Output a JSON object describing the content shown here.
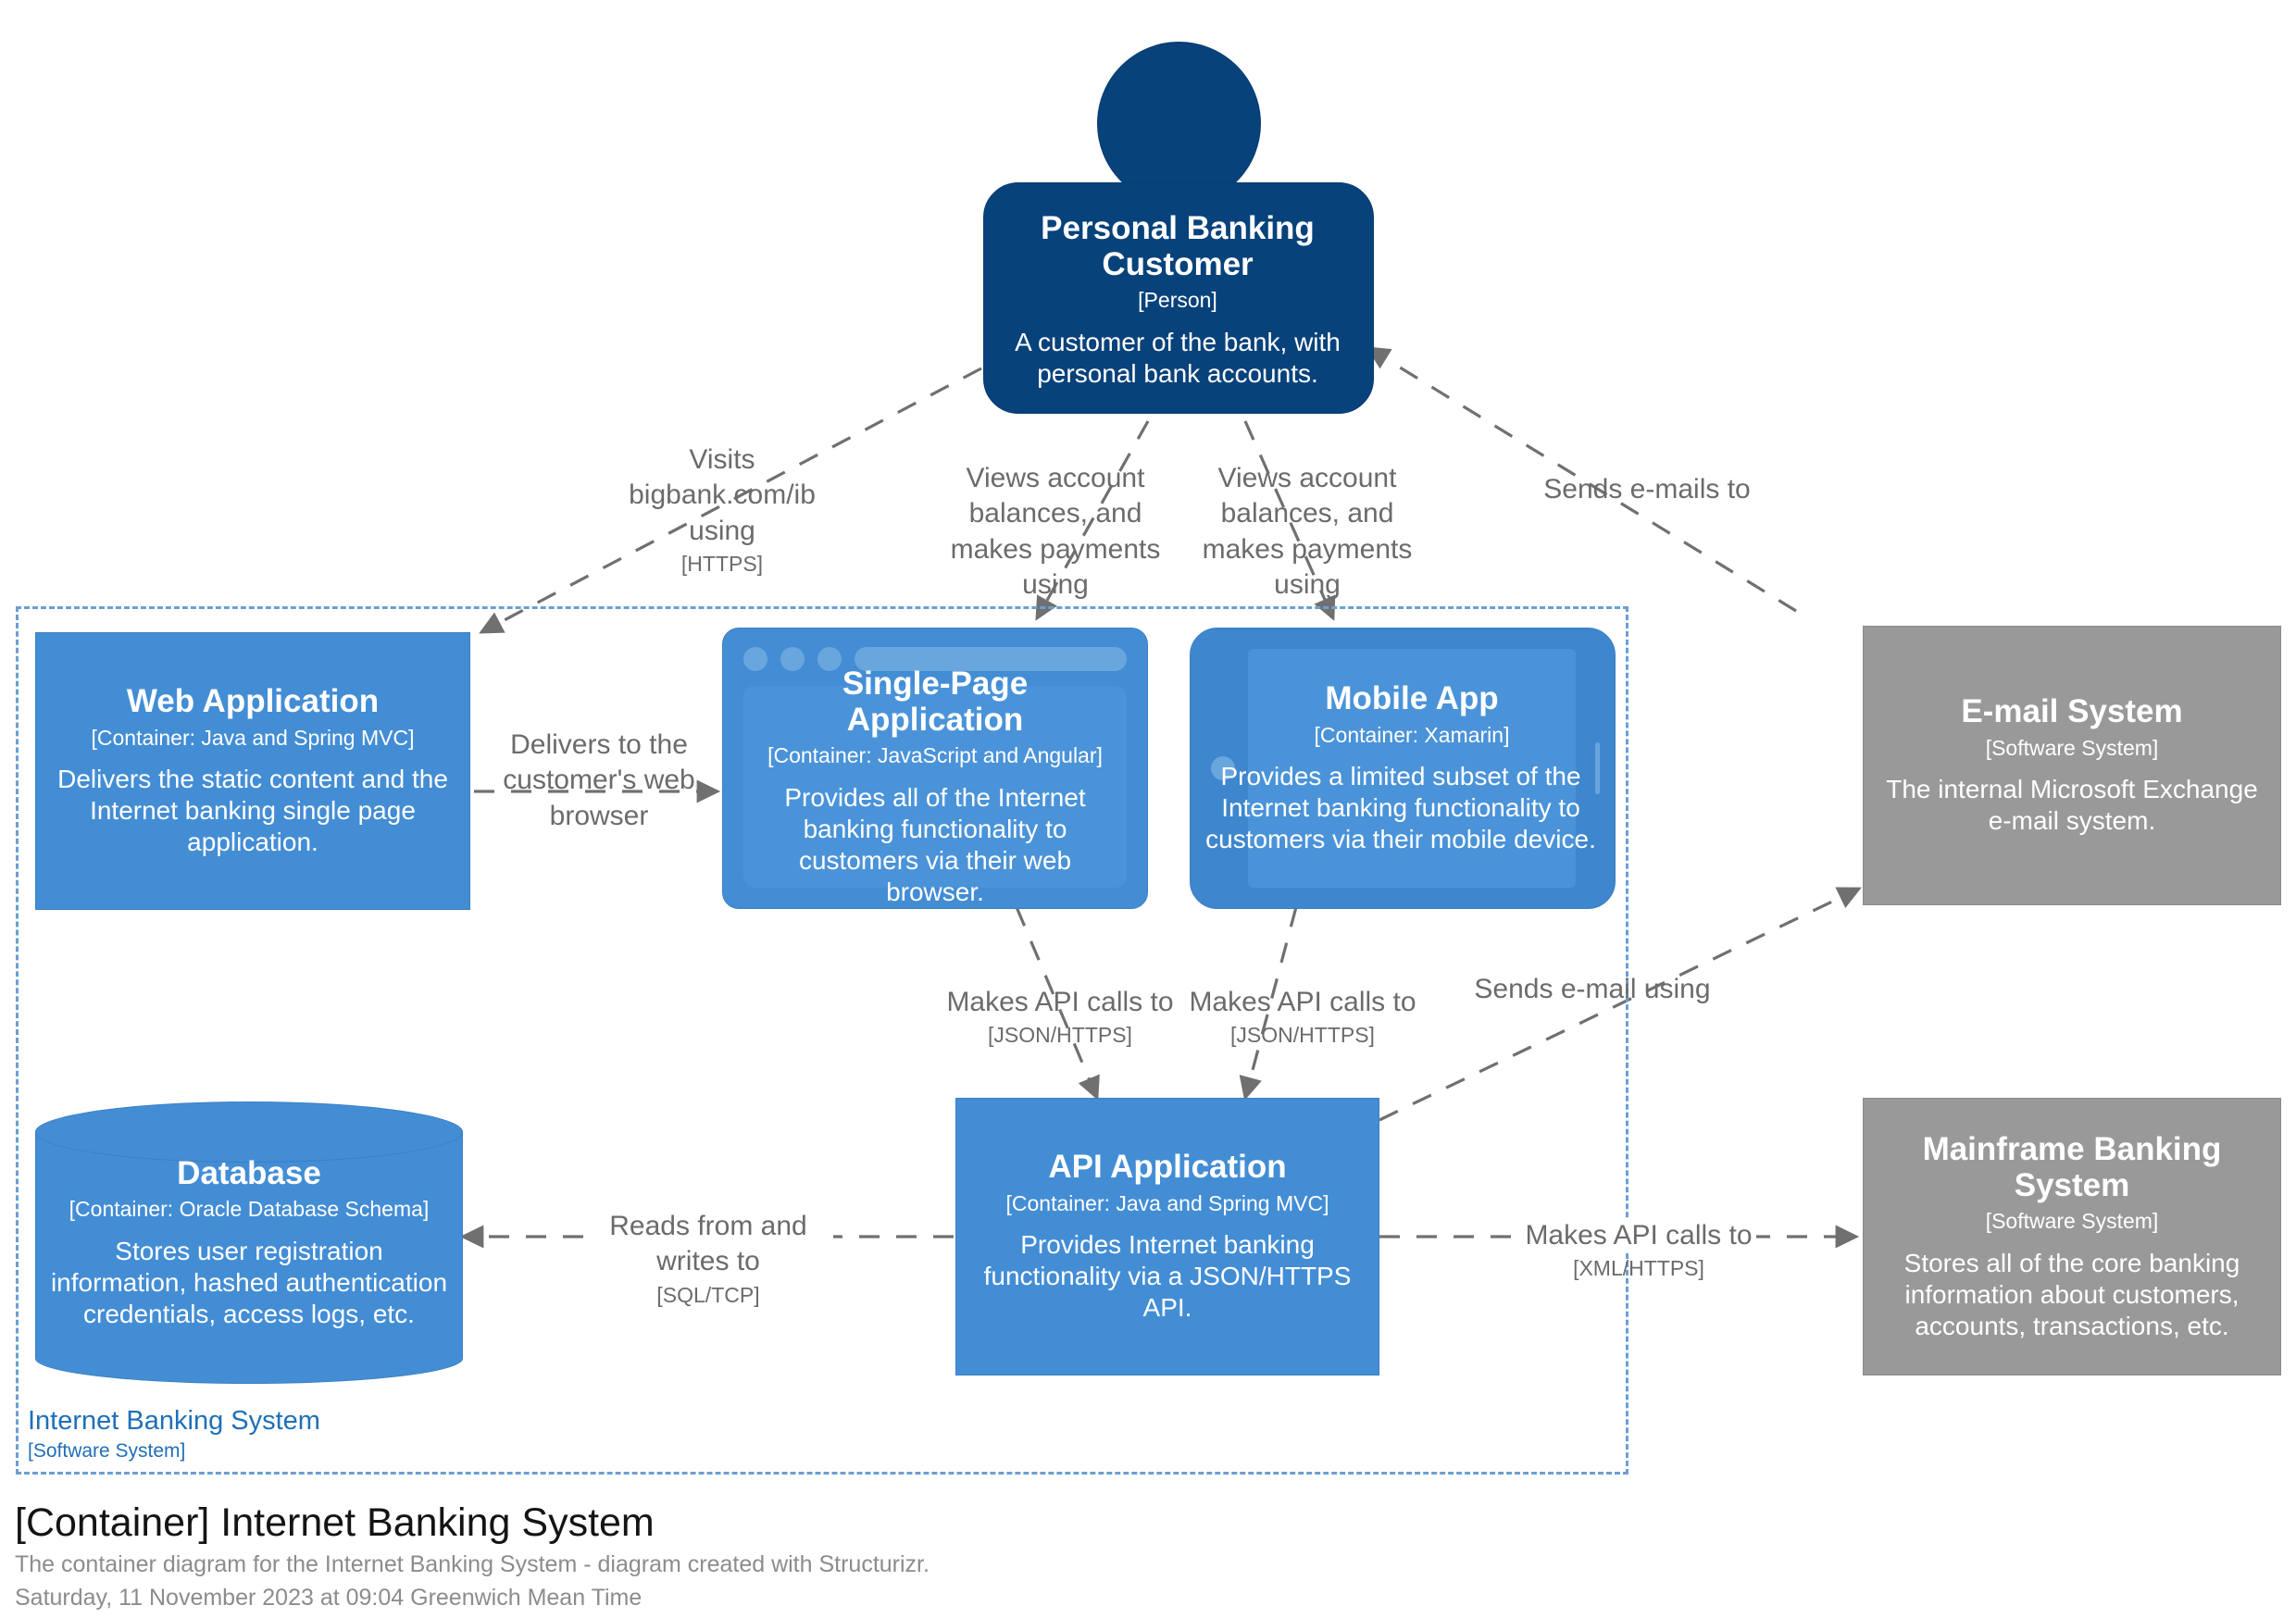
{
  "diagram": {
    "footer": {
      "title": "[Container] Internet Banking System",
      "description": "The container diagram for the Internet Banking System - diagram created with Structurizr.",
      "timestamp": "Saturday, 11 November 2023 at 09:04 Greenwich Mean Time"
    },
    "boundary": {
      "name": "Internet Banking System",
      "type": "[Software System]",
      "color": "#6b9fd3"
    },
    "colors": {
      "person": "#08427b",
      "container": "#438dd5",
      "external": "#999999",
      "relationship": "#707070",
      "boundary": "#1f6fb8"
    },
    "nodes": [
      {
        "id": "person",
        "shape": "person",
        "name": "Personal Banking Customer",
        "type": "[Person]",
        "description": "A customer of the bank, with personal bank accounts."
      },
      {
        "id": "web-application",
        "shape": "box",
        "name": "Web Application",
        "type": "[Container: Java and Spring MVC]",
        "description": "Delivers the static content and the Internet banking single page application."
      },
      {
        "id": "single-page-application",
        "shape": "browser",
        "name": "Single-Page Application",
        "type": "[Container: JavaScript and Angular]",
        "description": "Provides all of the Internet banking functionality to customers via their web browser."
      },
      {
        "id": "mobile-app",
        "shape": "mobile",
        "name": "Mobile App",
        "type": "[Container: Xamarin]",
        "description": "Provides a limited subset of the Internet banking functionality to customers via their mobile device."
      },
      {
        "id": "email-system",
        "shape": "box-external",
        "name": "E-mail System",
        "type": "[Software System]",
        "description": "The internal Microsoft Exchange e-mail system."
      },
      {
        "id": "database",
        "shape": "cylinder",
        "name": "Database",
        "type": "[Container: Oracle Database Schema]",
        "description": "Stores user registration information, hashed authentication credentials, access logs, etc."
      },
      {
        "id": "api-application",
        "shape": "box",
        "name": "API Application",
        "type": "[Container: Java and Spring MVC]",
        "description": "Provides Internet banking functionality via a JSON/HTTPS API."
      },
      {
        "id": "mainframe-banking-system",
        "shape": "box-external",
        "name": "Mainframe Banking System",
        "type": "[Software System]",
        "description": "Stores all of the core banking information about customers, accounts, transactions, etc."
      }
    ],
    "relationships": [
      {
        "id": "rel-visits-webapp",
        "from": "person",
        "to": "web-application",
        "label": "Visits bigbank.com/ib using",
        "technology": "[HTTPS]"
      },
      {
        "id": "rel-person-spa",
        "from": "person",
        "to": "single-page-application",
        "label": "Views account balances, and makes payments using",
        "technology": ""
      },
      {
        "id": "rel-person-mobile",
        "from": "person",
        "to": "mobile-app",
        "label": "Views account balances, and makes payments using",
        "technology": ""
      },
      {
        "id": "rel-email-person",
        "from": "email-system",
        "to": "person",
        "label": "Sends e-mails to",
        "technology": ""
      },
      {
        "id": "rel-webapp-spa",
        "from": "web-application",
        "to": "single-page-application",
        "label": "Delivers to the customer's web browser",
        "technology": ""
      },
      {
        "id": "rel-spa-api",
        "from": "single-page-application",
        "to": "api-application",
        "label": "Makes API calls to",
        "technology": "[JSON/HTTPS]"
      },
      {
        "id": "rel-mobile-api",
        "from": "mobile-app",
        "to": "api-application",
        "label": "Makes API calls to",
        "technology": "[JSON/HTTPS]"
      },
      {
        "id": "rel-api-email",
        "from": "api-application",
        "to": "email-system",
        "label": "Sends e-mail using",
        "technology": ""
      },
      {
        "id": "rel-api-database",
        "from": "api-application",
        "to": "database",
        "label": "Reads from and writes to",
        "technology": "[SQL/TCP]"
      },
      {
        "id": "rel-api-mainframe",
        "from": "api-application",
        "to": "mainframe-banking-system",
        "label": "Makes API calls to",
        "technology": "[XML/HTTPS]"
      }
    ]
  }
}
